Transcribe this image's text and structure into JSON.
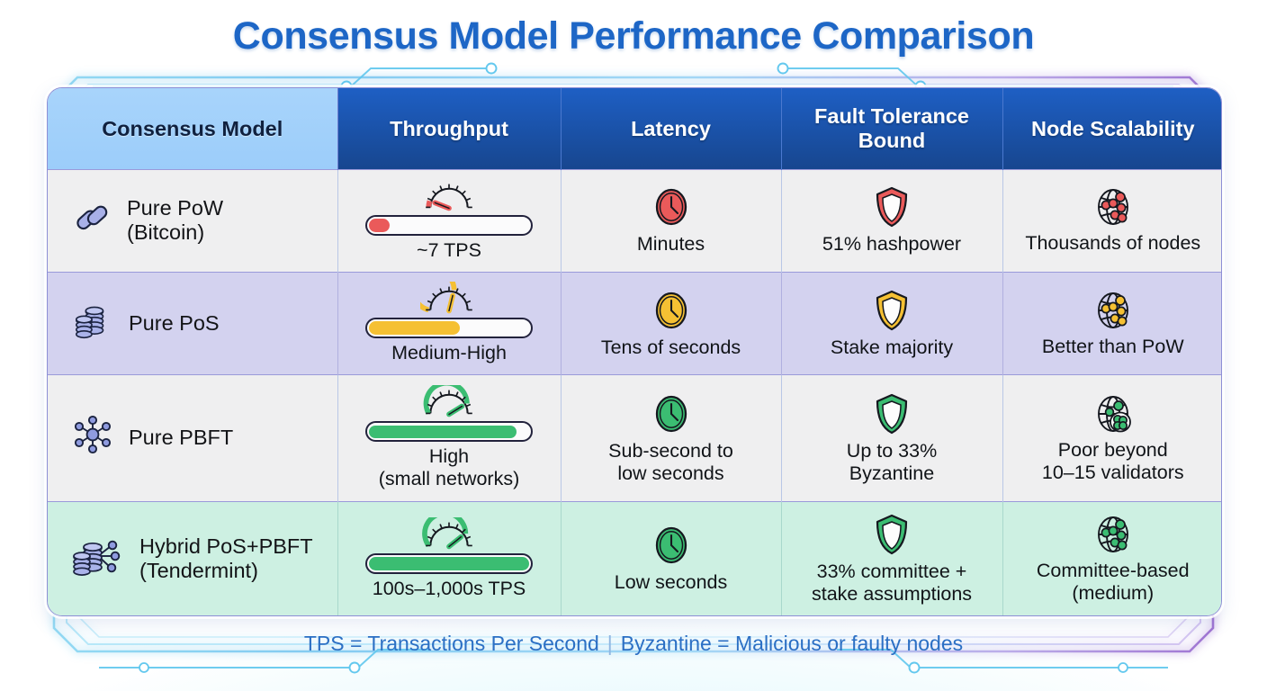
{
  "title": "Consensus Model Performance Comparison",
  "colors": {
    "title": "#1d66c6",
    "header_dark": "#17468f",
    "header_light": "#a8d4fb",
    "row_grey": "#efeff0",
    "row_lavender": "#d3d2ef",
    "row_mint": "#cdf0e2",
    "red": "#ea5a5a",
    "amber": "#f5c033",
    "green": "#3bbd72",
    "legend_text": "#2b6fc4"
  },
  "table": {
    "columns": [
      {
        "label": "Consensus Model",
        "style": "light"
      },
      {
        "label": "Throughput",
        "style": "dark"
      },
      {
        "label": "Latency",
        "style": "dark"
      },
      {
        "label": "Fault Tolerance\nBound",
        "style": "dark"
      },
      {
        "label": "Node Scalability",
        "style": "dark"
      }
    ],
    "rows": [
      {
        "row_style": "grey",
        "accent": "#ea5a5a",
        "model_icon": "chain-link-icon",
        "model": "Pure PoW\n(Bitcoin)",
        "throughput": {
          "label": "~7 TPS",
          "fill_percent": 13,
          "gauge_percent": 10,
          "icon": "gauge-icon"
        },
        "latency": {
          "label": "Minutes",
          "icon": "clock-icon"
        },
        "fault_tolerance": {
          "label": "51% hashpower",
          "icon": "shield-icon"
        },
        "node_scalability": {
          "label": "Thousands of nodes",
          "icon": "globe-network-icon"
        }
      },
      {
        "row_style": "lavender",
        "accent": "#f5c033",
        "model_icon": "coin-stack-icon",
        "model": "Pure PoS",
        "throughput": {
          "label": "Medium-High",
          "fill_percent": 57,
          "gauge_percent": 58,
          "icon": "gauge-icon"
        },
        "latency": {
          "label": "Tens of seconds",
          "icon": "clock-icon"
        },
        "fault_tolerance": {
          "label": "Stake majority",
          "icon": "shield-icon"
        },
        "node_scalability": {
          "label": "Better than PoW",
          "icon": "globe-network-icon"
        }
      },
      {
        "row_style": "grey",
        "accent": "#3bbd72",
        "model_icon": "network-hub-icon",
        "model": "Pure PBFT",
        "throughput": {
          "label": "High\n(small networks)",
          "fill_percent": 92,
          "gauge_percent": 84,
          "icon": "gauge-icon"
        },
        "latency": {
          "label": "Sub-second to\nlow seconds",
          "icon": "clock-icon"
        },
        "fault_tolerance": {
          "label": "Up to 33%\nByzantine",
          "icon": "shield-icon"
        },
        "node_scalability": {
          "label": "Poor beyond\n10–15 validators",
          "icon": "globe-cluster-icon"
        }
      },
      {
        "row_style": "mint",
        "accent": "#3bbd72",
        "model_icon": "coins-network-icon",
        "model": "Hybrid PoS+PBFT\n(Tendermint)",
        "throughput": {
          "label": "100s–1,000s TPS",
          "fill_percent": 100,
          "gauge_percent": 80,
          "icon": "gauge-icon"
        },
        "latency": {
          "label": "Low seconds",
          "icon": "clock-icon"
        },
        "fault_tolerance": {
          "label": "33% committee +\nstake assumptions",
          "icon": "shield-icon"
        },
        "node_scalability": {
          "label": "Committee-based\n(medium)",
          "icon": "globe-network-icon"
        }
      }
    ]
  },
  "legend": {
    "left": "TPS = Transactions Per Second",
    "separator": "|",
    "right": "Byzantine = Malicious or faulty nodes"
  }
}
